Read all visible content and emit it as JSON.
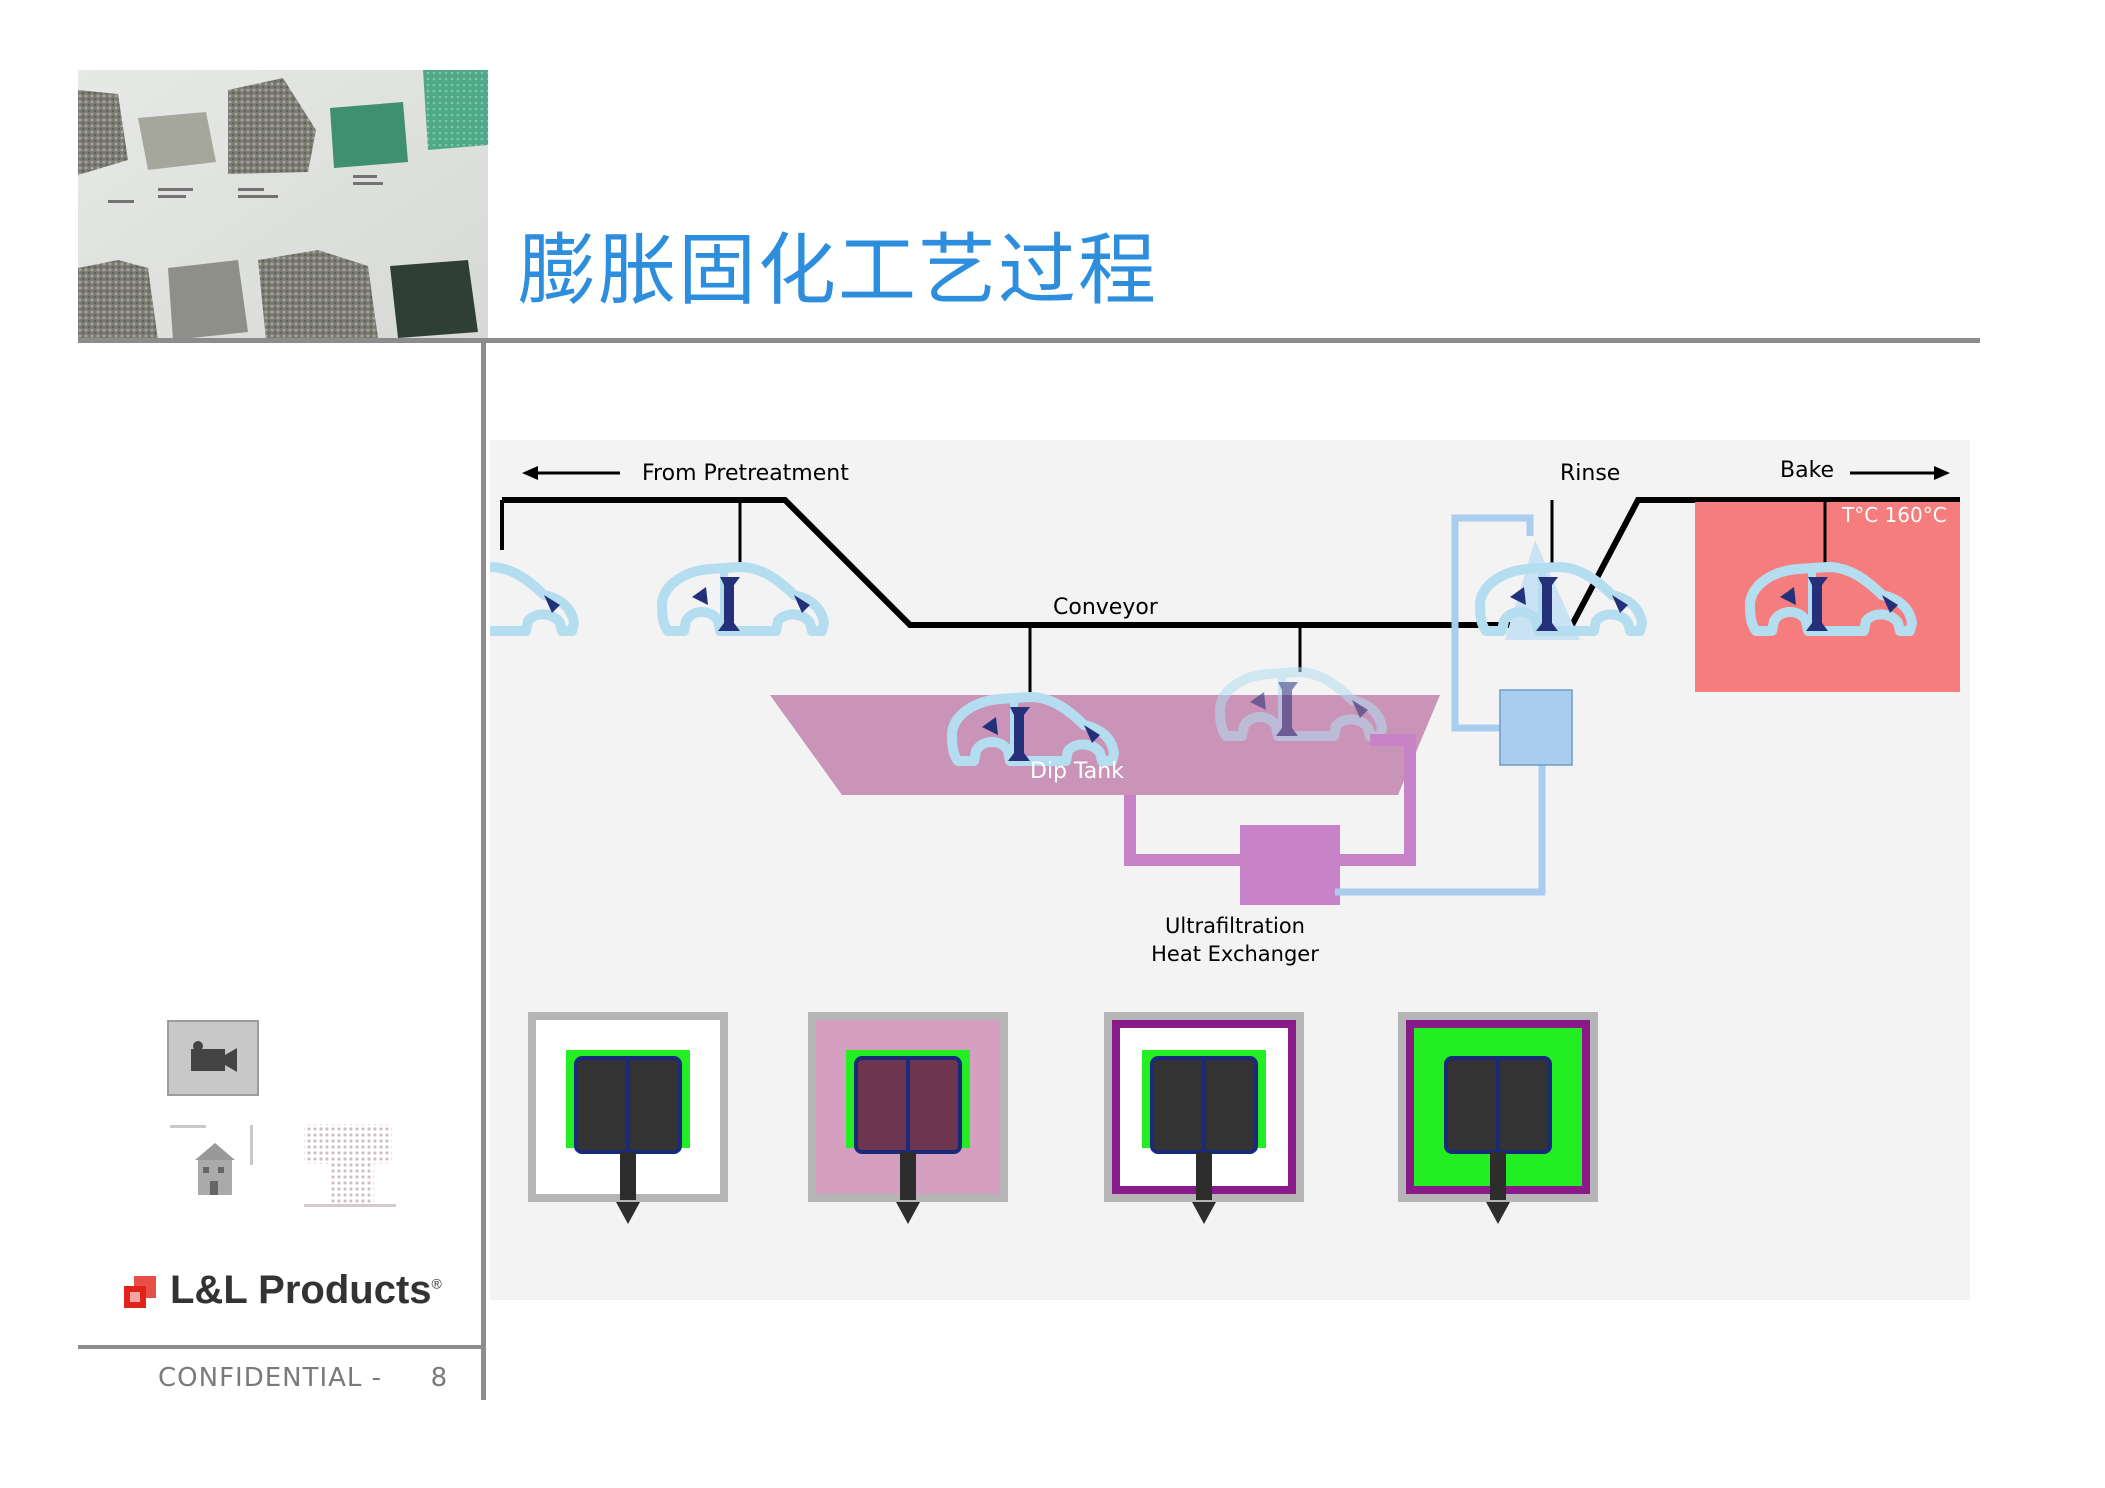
{
  "slide": {
    "title": "膨胀固化工艺过程",
    "footer_text": "CONFIDENTIAL -",
    "page_number": "8",
    "logo_text": "L&L Products",
    "logo_mark": "®"
  },
  "diagram": {
    "labels": {
      "from_pretreatment": "From Pretreatment",
      "conveyor": "Conveyor",
      "rinse": "Rinse",
      "bake": "Bake",
      "temperature": "T°C 160°C",
      "dip_tank": "Dip Tank",
      "ultrafiltration": "Ultrafiltration",
      "heat_exchanger": "Heat Exchanger"
    },
    "colors": {
      "title_blue": "#2e8ede",
      "tank_pink": "#c994b7",
      "pipe_purple": "#c882c8",
      "pipe_blue": "#a8cdee",
      "bake_red": "#f57d7d",
      "coating_green": "#22ee22",
      "frame_navy": "#1a2a7a",
      "panel_dark": "#333333",
      "layer_purple": "#8a1a8a"
    },
    "stages": [
      {
        "name": "stage-1",
        "outer_fill": "#ffffff",
        "purple_ring": false,
        "inner_fill": "#333333",
        "green_wide": false
      },
      {
        "name": "stage-2",
        "outer_fill": "#d59fbf",
        "purple_ring": false,
        "inner_fill": "#6e3550",
        "green_wide": false
      },
      {
        "name": "stage-3",
        "outer_fill": "#ffffff",
        "purple_ring": true,
        "inner_fill": "#333333",
        "green_wide": false
      },
      {
        "name": "stage-4",
        "outer_fill": "#ffffff",
        "purple_ring": true,
        "inner_fill": "#333333",
        "green_wide": true
      }
    ]
  },
  "icons": {
    "camera": "video-camera-icon",
    "house": "house-icon",
    "dots": "dotted-grid-icon"
  }
}
